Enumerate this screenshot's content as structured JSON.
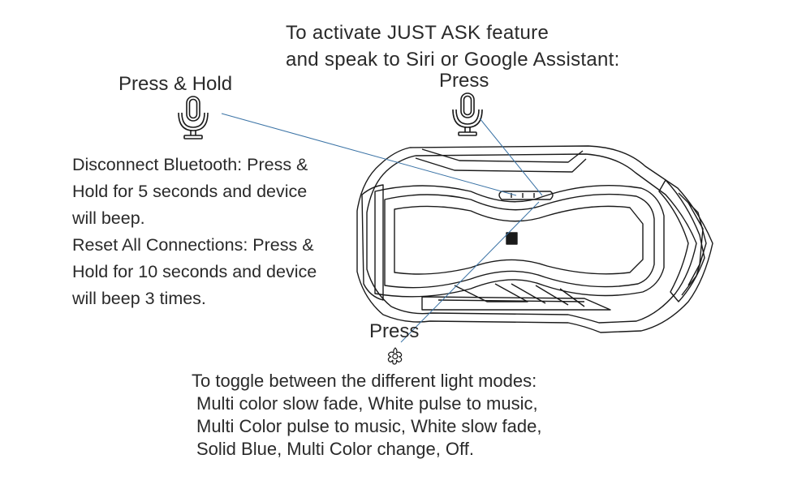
{
  "just_ask": {
    "lines": [
      "To activate JUST ASK feature",
      "and speak to Siri or Google Assistant:"
    ]
  },
  "press_hold_label": "Press & Hold",
  "press_top_label": "Press",
  "press_bottom_label": "Press",
  "instructions": {
    "lines": [
      "Disconnect Bluetooth: Press &",
      "Hold for 5 seconds and device",
      "will beep.",
      "Reset All Connections: Press &",
      "Hold for 10 seconds and device",
      "will beep 3 times."
    ]
  },
  "light_modes": {
    "heading": "To toggle between the different light modes:",
    "lines": [
      "Multi color slow fade, White pulse to music,",
      "Multi Color pulse to music, White slow fade,",
      "Solid Blue, Multi Color change, Off."
    ]
  },
  "icons": {
    "voice_button": "microphone-icon",
    "light_button": "light-flower-icon"
  },
  "colors": {
    "text": "#2a2a2a",
    "line_art": "#1a1a1a",
    "callout": "#3c74a6"
  }
}
